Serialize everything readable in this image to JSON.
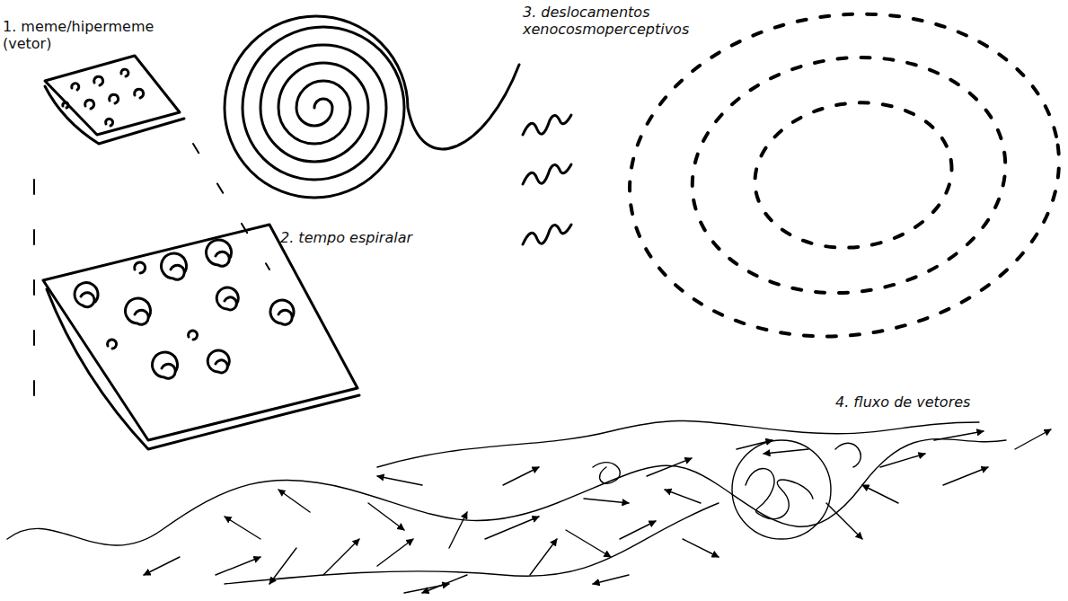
{
  "diagram": {
    "labels": [
      "1. meme/hipermeme (vetor)",
      "2. tempo espiralar",
      "3. deslocamentos xenocosmoperceptivos",
      "4. fluxo de vetores"
    ]
  }
}
